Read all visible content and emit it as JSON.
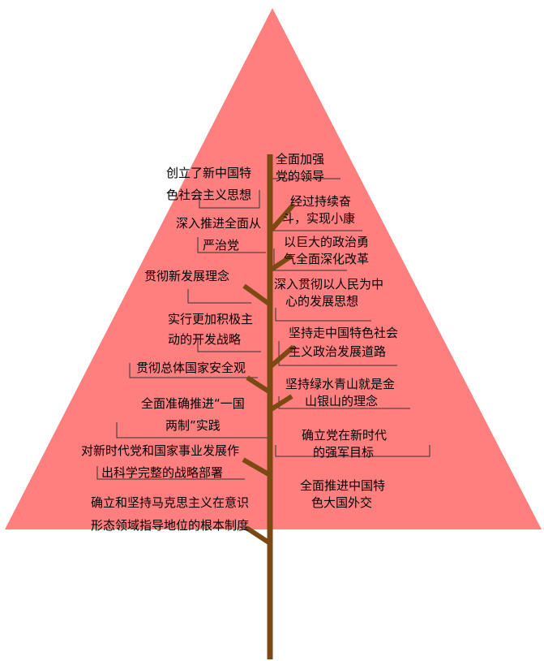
{
  "colors": {
    "triangle": "#FF7F7F",
    "trunk": "#7A4A12",
    "bracket": "#333333",
    "text": "#000000"
  },
  "labels": {
    "l1": {
      "line1": "创立了新中国特",
      "line2": "色社会主义思想"
    },
    "l2": {
      "line1": "深入推进全面从",
      "line2": "严治党"
    },
    "l3": {
      "line1": "贯彻新发展理念"
    },
    "l4": {
      "line1": "实行更加积极主",
      "line2": "动的开发战略"
    },
    "l5": {
      "line1": "贯彻总体国家安全观"
    },
    "l6": {
      "line1": "全面准确推进“一国",
      "line2": "两制”实践"
    },
    "l7": {
      "line1": "对新时代党和国家事业发展作",
      "line2": "出科学完整的战略部署"
    },
    "l8": {
      "line1": "确立和坚持马克思主义在意识",
      "line2": "形态领域指导地位的根本制度"
    },
    "r1": {
      "line1": "全面加强",
      "line2": "党的领导"
    },
    "r2": {
      "line1": "经过持续奋",
      "line2": "斗，实现小康"
    },
    "r3": {
      "line1": "以巨大的政治勇",
      "line2": "气全面深化改革"
    },
    "r4": {
      "line1": "深入贯彻以人民为中",
      "line2": "心的发展思想"
    },
    "r5": {
      "line1": "坚持走中国特色社会",
      "line2": "主义政治发展道路"
    },
    "r6": {
      "line1": "坚持绿水青山就是金",
      "line2": "山银山的理念"
    },
    "r7": {
      "line1": "确立党在新时代",
      "line2": "的强军目标"
    },
    "r8": {
      "line1": "全面推进中国特",
      "line2": "色大国外交"
    }
  }
}
